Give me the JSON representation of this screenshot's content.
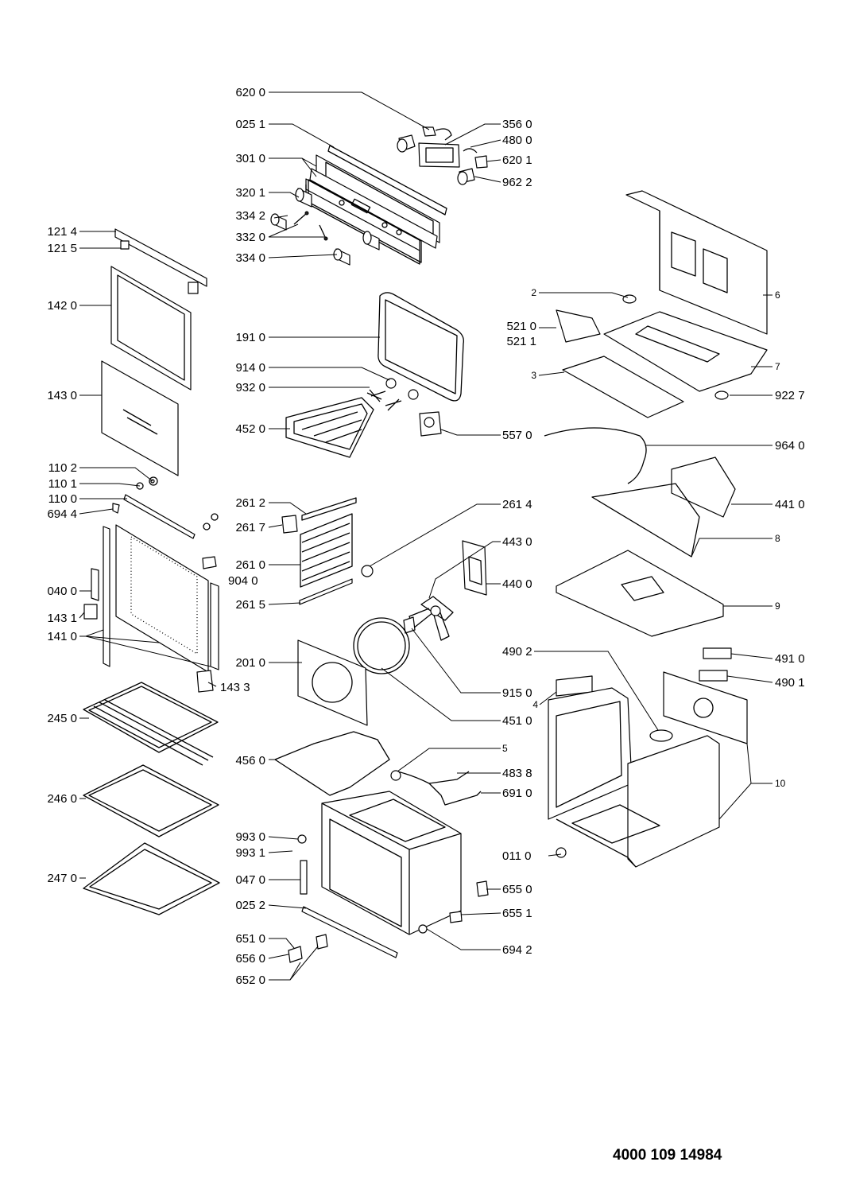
{
  "document_number": "4000 109 14984",
  "labels": {
    "l6200": "620 0",
    "l0251": "025 1",
    "l3010": "301 0",
    "l3201": "320 1",
    "l3342": "334 2",
    "l3320": "332 0",
    "l3340": "334 0",
    "l3560": "356 0",
    "l4800": "480 0",
    "l6201": "620 1",
    "l9622": "962 2",
    "l1214": "121 4",
    "l1215": "121 5",
    "l1420": "142 0",
    "l1430": "143 0",
    "l1102": "110 2",
    "l1101": "110 1",
    "l1100": "110 0",
    "l6944": "694 4",
    "l0400": "040 0",
    "l1431": "143 1",
    "l1410": "141 0",
    "l2450": "245 0",
    "l2460": "246 0",
    "l2470": "247 0",
    "l1910": "191 0",
    "l9140": "914 0",
    "l9320": "932 0",
    "l4520": "452 0",
    "l5570": "557 0",
    "l2612": "261 2",
    "l2617": "261 7",
    "l2610": "261 0",
    "l9040": "904 0",
    "l2615": "261 5",
    "l2614": "261 4",
    "l4430": "443 0",
    "l4400": "440 0",
    "l2010": "201 0",
    "l1433": "143 3",
    "l9150": "915 0",
    "l4510": "451 0",
    "l4560": "456 0",
    "l5": "5",
    "l4838": "483 8",
    "l6910": "691 0",
    "l9930": "993 0",
    "l9931": "993 1",
    "l0470": "047 0",
    "l0252": "025 2",
    "l6510": "651 0",
    "l6560": "656 0",
    "l6520": "652 0",
    "l6550": "655 0",
    "l6551": "655 1",
    "l6942": "694 2",
    "l0110": "011 0",
    "l2": "2",
    "l6": "6",
    "l5210": "521 0",
    "l5211": "521 1",
    "l3": "3",
    "l7": "7",
    "l9227": "922 7",
    "l9640": "964 0",
    "l4410": "441 0",
    "l8": "8",
    "l9": "9",
    "l4902": "490 2",
    "l4910": "491 0",
    "l4901": "490 1",
    "l4": "4",
    "l10": "10"
  }
}
